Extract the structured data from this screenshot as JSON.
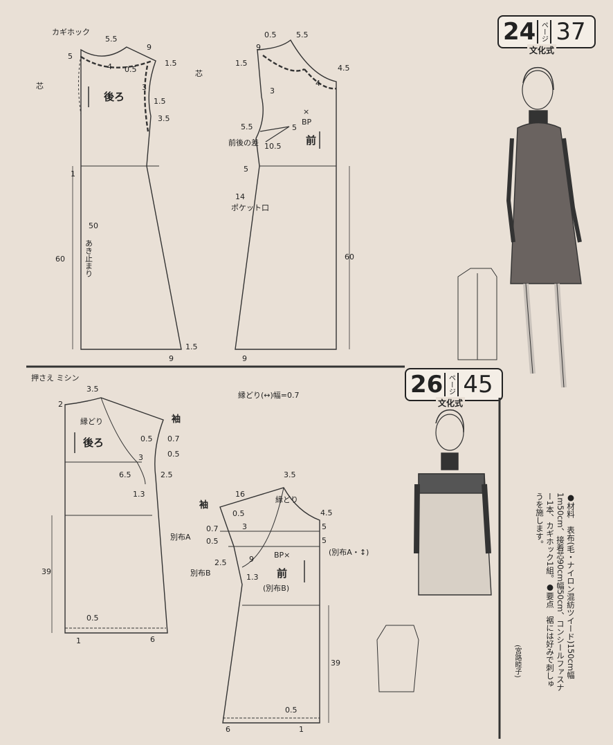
{
  "pattern_a": {
    "page_badge": {
      "issue": "24",
      "unit": "ページ",
      "page": "37",
      "sub": "文化式"
    },
    "back_title": "後ろ",
    "front_title": "前",
    "labels": {
      "hook": "カギホック",
      "interfacing_left": "芯",
      "interfacing_right": "芯",
      "bp": "BP",
      "bp_mark": "×",
      "dart_diff": "前後の差",
      "pocket": "ポケット口",
      "opening_end": "あき止まり"
    },
    "measurements": {
      "back_neck_width": "5.5",
      "back_neck_depth": "5",
      "back_neck_facing": "4",
      "back_shoulder": "9",
      "back_shoulder_drop": "1.5",
      "back_dart_a": "0.5",
      "back_armhole_a": "3",
      "back_armhole_b": "1.5",
      "back_armhole_c": "3.5",
      "back_waist_mark": "1",
      "back_length": "60",
      "back_opening": "50",
      "back_hem_add": "1.5",
      "back_hem": "9",
      "front_neck_width": "5.5",
      "front_neck_a": "0.5",
      "front_shoulder": "9",
      "front_shoulder_drop": "1.5",
      "front_neck_depth": "4.5",
      "front_facing": "4",
      "front_armhole": "3",
      "front_dart_a": "5.5",
      "front_dart_b": "5",
      "front_dart_c": "10.5",
      "front_side": "5",
      "front_pocket": "14",
      "front_length": "60",
      "front_hem": "9"
    }
  },
  "pattern_b": {
    "page_badge": {
      "issue": "26",
      "unit": "ページ",
      "page": "45",
      "sub": "文化式"
    },
    "back_title": "後ろ",
    "front_title": "前",
    "front_sub": "(別布B)",
    "labels": {
      "press_stitch": "押さえ\nミシン",
      "sleeve_back": "袖",
      "sleeve_front": "袖",
      "binding_back": "縁どり",
      "binding_front": "縁どり",
      "binding_note": "縁どり(↔)幅=0.7",
      "fabric_a": "別布A",
      "fabric_b": "別布B",
      "fabric_a_front": "(別布A・↕)",
      "bp": "BP×"
    },
    "measurements": {
      "back_neck_width": "3.5",
      "back_neck_depth": "2",
      "back_sleeve_a": "0.5",
      "back_sleeve_b": "0.7",
      "back_sleeve_c": "0.5",
      "back_yoke": "3",
      "back_arm_a": "6.5",
      "back_arm_b": "2.5",
      "back_arm_c": "1.3",
      "back_length": "39",
      "back_hem_a": "0.5",
      "back_hem_b": "1",
      "back_hem_c": "6",
      "front_neck_width": "3.5",
      "front_shoulder": "16",
      "front_neck_depth": "4.5",
      "front_sleeve_a": "0.5",
      "front_sleeve_b": "0.7",
      "front_sleeve_c": "0.5",
      "front_yoke": "3",
      "front_yoke_b": "5",
      "front_yoke_c": "5",
      "front_arm_a": "2.5",
      "front_arm_b": "9",
      "front_arm_c": "1.3",
      "front_length": "39",
      "front_hem_a": "0.5",
      "front_hem_b": "6",
      "front_hem_c": "1"
    }
  },
  "materials_text": "●材料　表布(毛・ナイロン混紡ツイード)150cm幅1m50cm、接着芯90cm幅50cm、コンシールファスナー1本、カギホック1組。●要点　裾には好みで刺しゅうを施します。",
  "credit": "(宮路睦子)"
}
